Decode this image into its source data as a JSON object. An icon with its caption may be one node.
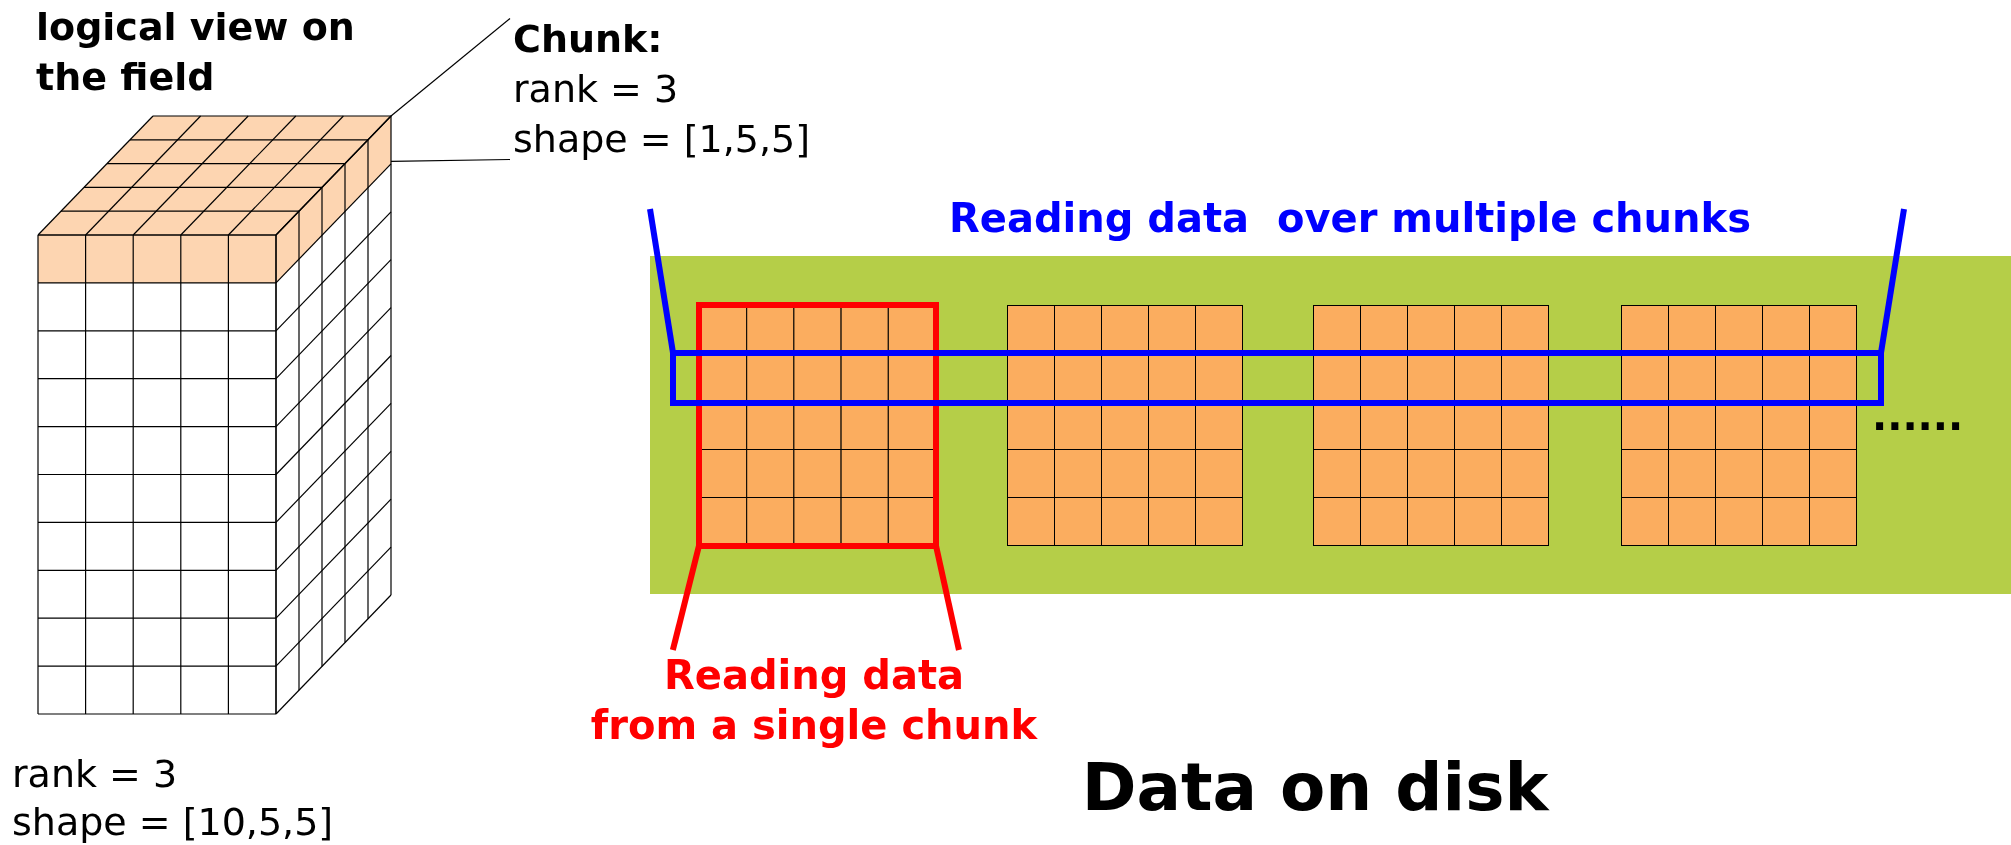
{
  "diagram": {
    "nodes": [
      {
        "text": [
          "logical view on the field"
        ],
        "beside": [
          "rank = 3",
          "shape = [10,5,5]"
        ]
      },
      {
        "text": [],
        "shape": "box",
        "in": 0
      },
      {
        "text": [
          "Chunk:",
          "rank = 3",
          "shape = [1,5,5]"
        ]
      },
      {
        "text": [],
        "shape": "box"
      },
      {
        "text": [],
        "shape": "box",
        "in": 3
      },
      {
        "text": [],
        "shape": "box",
        "in": 3
      },
      {
        "text": [],
        "shape": "box",
        "in": 3
      },
      {
        "text": [],
        "shape": "box",
        "in": 3
      },
      {
        "text": [],
        "shape": "box",
        "in": 3
      },
      {
        "text": [
          "Reading data from a single chunk"
        ]
      },
      {
        "text": [],
        "shape": "box",
        "in": 3
      },
      {
        "text": [
          "Reading data  over multiple chunks"
        ]
      }
    ],
    "edges": [
      {
        "from": 2,
        "to": 1,
        "arrow": "none"
      },
      {
        "from": 2,
        "to": 1,
        "arrow": "none"
      },
      {
        "from": 8,
        "to": 9,
        "arrow": "none",
        "color": "#ff0000"
      },
      {
        "from": 8,
        "to": 9,
        "arrow": "none",
        "color": "#ff0000"
      },
      {
        "from": 10,
        "to": null,
        "arrow": "none",
        "color": "#0000ff"
      },
      {
        "from": 10,
        "to": null,
        "arrow": "none",
        "color": "#0000ff"
      }
    ],
    "labels": [
      "......",
      "Data on disk"
    ]
  }
}
